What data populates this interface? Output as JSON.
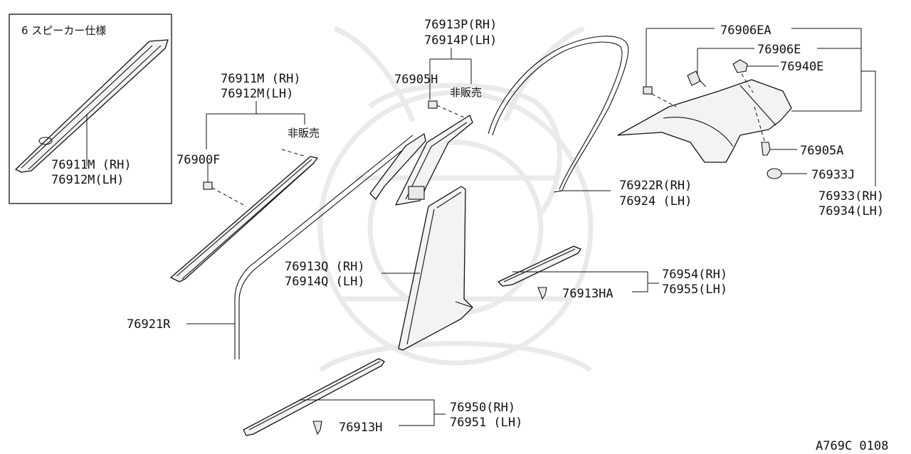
{
  "inset": {
    "title": "6 スピーカー仕様",
    "part_rh": "76911M (RH)",
    "part_lh": "76912M(LH)"
  },
  "labels": {
    "p76913P": "76913P(RH)",
    "p76914P": "76914P(LH)",
    "p76905H": "76905H",
    "not_for_sale_1": "非販売",
    "p76911M": "76911M (RH)",
    "p76912M": "76912M(LH)",
    "not_for_sale_2": "非販売",
    "p76900F": "76900F",
    "p76906EA": "76906EA",
    "p76906E": "76906E",
    "p76940E": "76940E",
    "p76905A": "76905A",
    "p76933J": "76933J",
    "p76933": "76933(RH)",
    "p76934": "76934(LH)",
    "p76922R": "76922R(RH)",
    "p76924": "76924  (LH)",
    "p76913Q": "76913Q (RH)",
    "p76914Q": "76914Q (LH)",
    "p76954": "76954(RH)",
    "p76955": "76955(LH)",
    "p76913HA": "76913HA",
    "p76921R": "76921R",
    "p76950": "76950(RH)",
    "p76951": "76951 (LH)",
    "p76913H": "76913H"
  },
  "diagram_code": "A769C 0108"
}
